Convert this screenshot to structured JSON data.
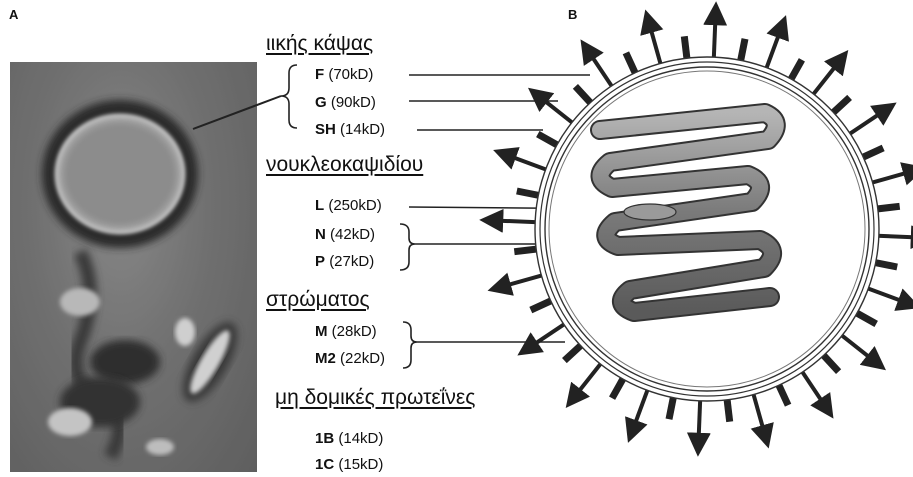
{
  "panels": {
    "a": "A",
    "b": "B"
  },
  "groups": [
    {
      "heading": "ιικής κάψας",
      "proteins": [
        {
          "name": "F",
          "mass": "(70kD)"
        },
        {
          "name": "G",
          "mass": "(90kD)"
        },
        {
          "name": "SH",
          "mass": "(14kD)"
        }
      ]
    },
    {
      "heading": "νουκλεοκαψιδίου",
      "proteins": [
        {
          "name": "L",
          "mass": "(250kD)"
        },
        {
          "name": "N",
          "mass": "(42kD)"
        },
        {
          "name": "P",
          "mass": "(27kD)"
        }
      ]
    },
    {
      "heading": "στρώματος",
      "proteins": [
        {
          "name": "M",
          "mass": "(28kD)"
        },
        {
          "name": "M2",
          "mass": "(22kD)"
        }
      ]
    },
    {
      "heading": "μη δομικές πρωτεΐνες",
      "proteins": [
        {
          "name": "1B",
          "mass": "(14kD)"
        },
        {
          "name": "1C",
          "mass": "(15kD)"
        }
      ]
    }
  ]
}
